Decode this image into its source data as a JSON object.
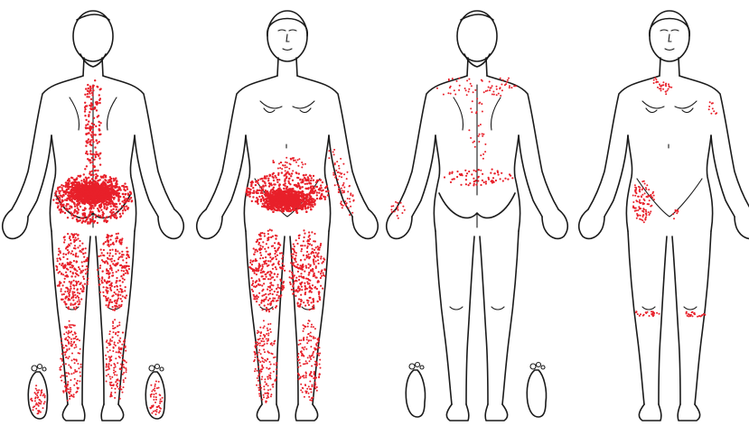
{
  "colors": {
    "background": "#ffffff",
    "outline": "#1a1a1a",
    "pain_dots": "#e8202a"
  },
  "figures": [
    {
      "view": "back",
      "pain_intensity": "heavy"
    },
    {
      "view": "front",
      "pain_intensity": "heavy"
    },
    {
      "view": "back",
      "pain_intensity": "light"
    },
    {
      "view": "front",
      "pain_intensity": "light"
    }
  ]
}
